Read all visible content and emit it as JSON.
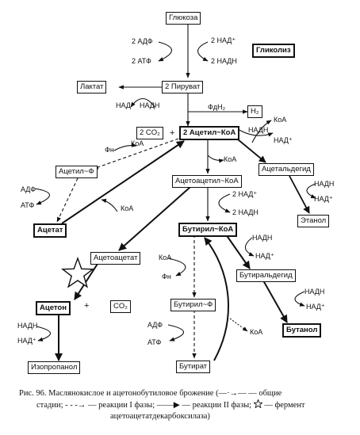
{
  "boxes": {
    "glucose": "Глюкоза",
    "glycolysis": "Гликолиз",
    "lactate": "Лактат",
    "pyruvate": "2 Пируват",
    "h2": "H₂",
    "co2_top": "2 CO₂",
    "plus_top": "+",
    "acetyl_coa": "2 Ацетил~КоА",
    "acetyl_p": "Ацетил~Ф",
    "acetaldehyde": "Ацетальдегид",
    "acetoacetyl_coa": "Ацетоацетил~КоА",
    "acetate": "Ацетат",
    "ethanol": "Этанол",
    "butyryl_coa": "Бутирил~КоА",
    "acetoacetate": "Ацетоацетат",
    "butyraldehyde": "Бутиральдегид",
    "acetone": "Ацетон",
    "plus_bottom": "+",
    "co2_bottom": "CO₂",
    "butyryl_p": "Бутирил~Ф",
    "butanol": "Бутанол",
    "isopropanol": "Изопропанол",
    "butyrate": "Бутират"
  },
  "labels": {
    "adp_glyc": "2 АДФ",
    "atp_glyc": "2 АТФ",
    "nad_glyc": "2 НАД⁺",
    "nadh_glyc": "2 НАДН",
    "nad_lact": "НАД⁺",
    "nadh_lact": "НАДН",
    "fdh2": "ФдH₂",
    "pn_top": "Фн",
    "koa_p1": "КоА",
    "koa_ac": "КоА",
    "nadh_ald": "НАДН",
    "koa_ald": "КоА",
    "nad_ald": "НАД⁺",
    "adp_acp": "АДФ",
    "atp_acp": "АТФ",
    "koa_acetate": "КоА",
    "nad_bc": "2 НАД⁺",
    "nadh_bc": "2 НАДН",
    "nadh_eth": "НАДН",
    "nad_eth": "НАД⁺",
    "nadh_bald": "НАДН",
    "nad_bald": "НАД⁺",
    "koa_bp": "КоА",
    "pn_bp": "Фн",
    "nadh_but": "НАДН",
    "nad_but": "НАД⁺",
    "nadh_iso": "НАДН",
    "nad_iso": "НАД⁺",
    "adp_bp": "АДФ",
    "atp_bp": "АТФ",
    "koa_butyrate": "КоА"
  },
  "caption": {
    "line1": "Рис. 96. Маслянокислое и ацетонобутиловое брожение (—·→— — общие",
    "line2": "стадии; - - -→ — реакции I фазы; ——▶ — реакции II фазы;",
    "line2b": "— фермент",
    "line3": "ацетоацетатдекарбоксилаза)"
  }
}
